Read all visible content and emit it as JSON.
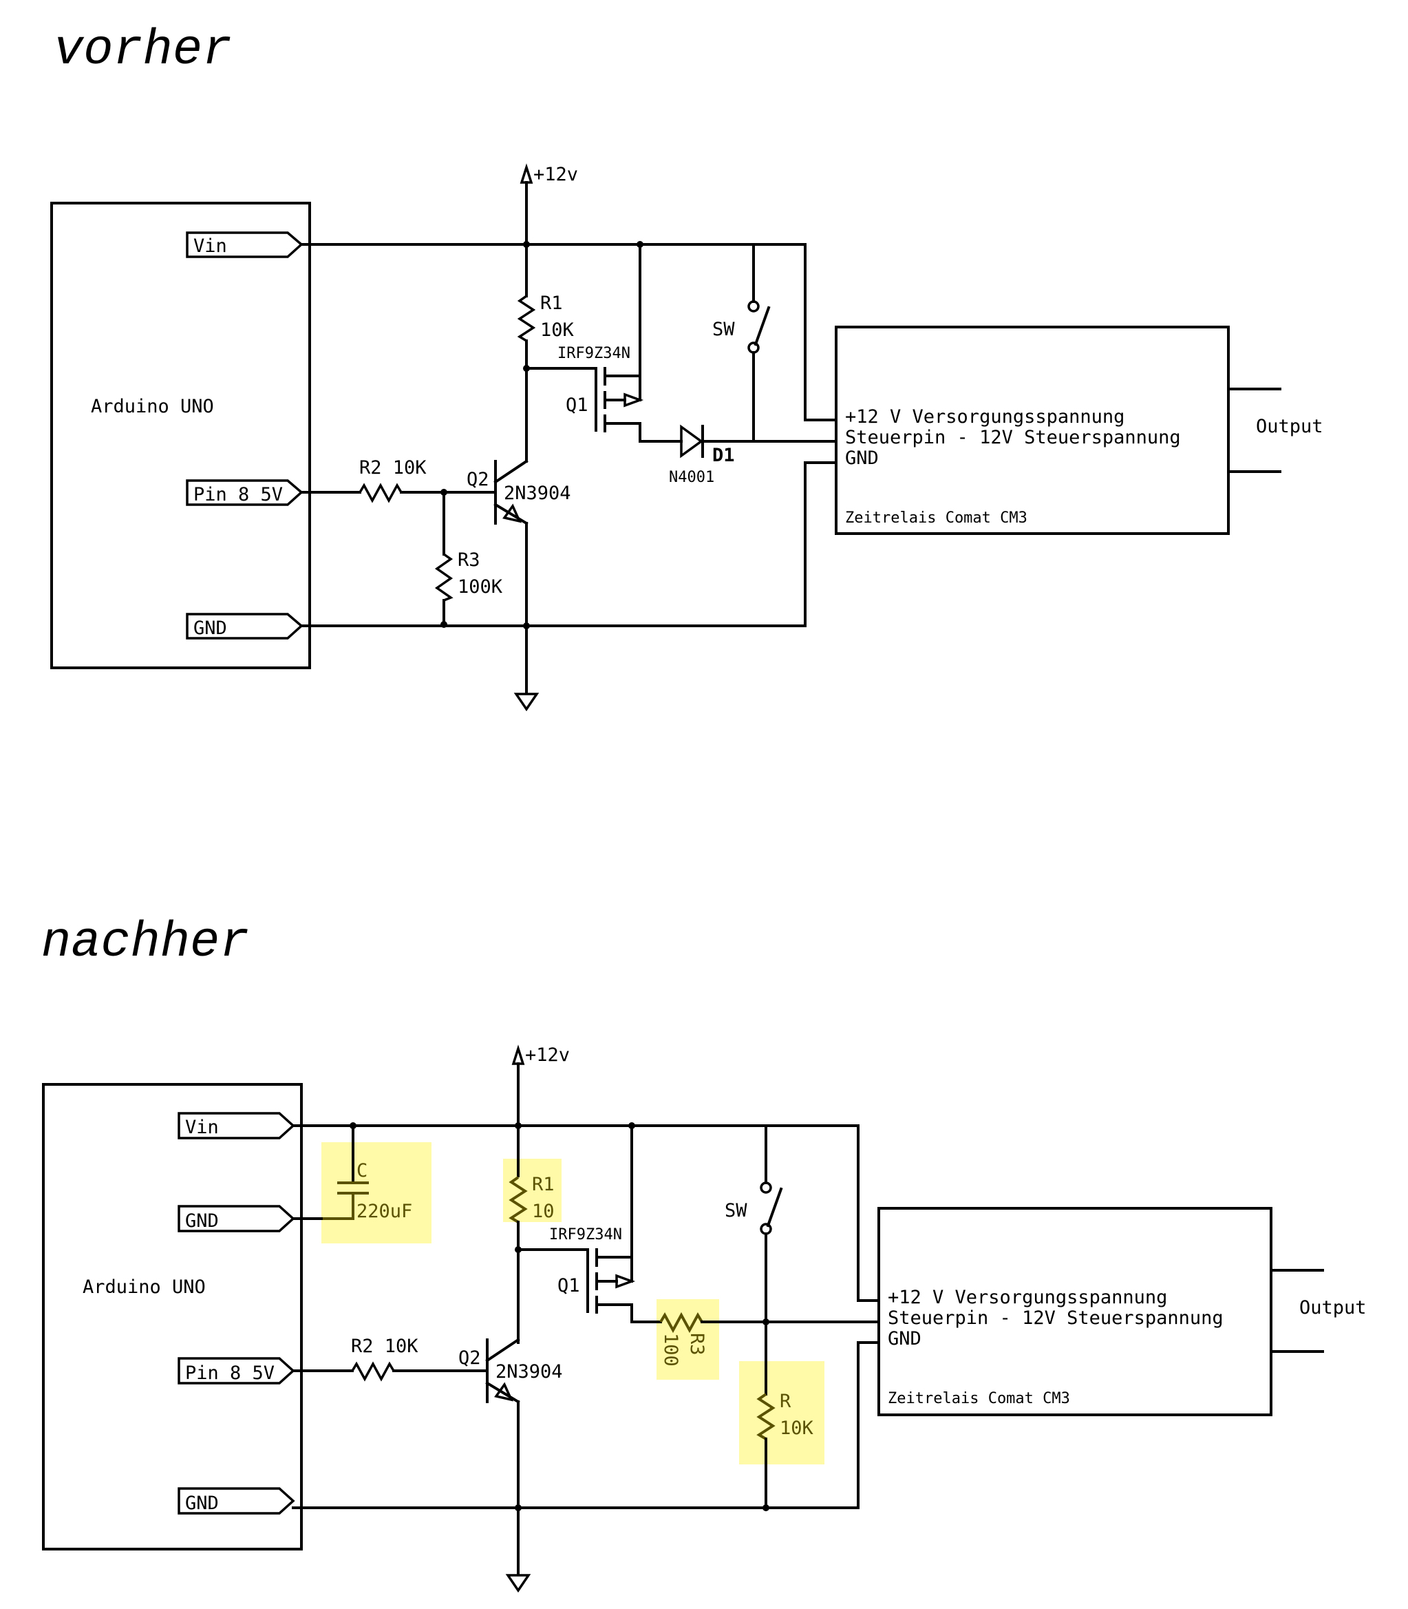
{
  "sections": [
    {
      "title": "vorher",
      "arduino": {
        "label": "Arduino UNO",
        "pins": [
          "Vin",
          "Pin 8 5V",
          "GND"
        ]
      },
      "supply": "+12v",
      "r1": {
        "name": "R1",
        "value": "10K"
      },
      "r2": {
        "name": "R2",
        "value": "10K"
      },
      "r3": {
        "name": "R3",
        "value": "100K"
      },
      "q1": {
        "name": "Q1",
        "part": "IRF9Z34N"
      },
      "q2": {
        "name": "Q2",
        "part": "2N3904"
      },
      "d1": {
        "name": "D1",
        "part": "N4001"
      },
      "sw": "SW",
      "relay": {
        "lines": [
          "+12 V Versorgungsspannung",
          "Steuerpin - 12V Steuerspannung",
          "GND"
        ],
        "name": "Zeitrelais Comat CM3",
        "output": "Output"
      }
    },
    {
      "title": "nachher",
      "arduino": {
        "label": "Arduino UNO",
        "pins": [
          "Vin",
          "GND",
          "Pin 8 5V",
          "GND"
        ]
      },
      "supply": "+12v",
      "c": {
        "name": "C",
        "value": "220uF"
      },
      "r1": {
        "name": "R1",
        "value": "10"
      },
      "r2": {
        "name": "R2",
        "value": "10K"
      },
      "r3": {
        "name": "R3",
        "value": "100"
      },
      "r": {
        "name": "R",
        "value": "10K"
      },
      "q1": {
        "name": "Q1",
        "part": "IRF9Z34N"
      },
      "q2": {
        "name": "Q2",
        "part": "2N3904"
      },
      "sw": "SW",
      "relay": {
        "lines": [
          "+12 V Versorgungsspannung",
          "Steuerpin - 12V Steuerspannung",
          "GND"
        ],
        "name": "Zeitrelais Comat CM3",
        "output": "Output"
      }
    }
  ],
  "colors": {
    "highlight": "#fffaa8",
    "highlight_text": "#5a5200",
    "wire": "#000000"
  }
}
